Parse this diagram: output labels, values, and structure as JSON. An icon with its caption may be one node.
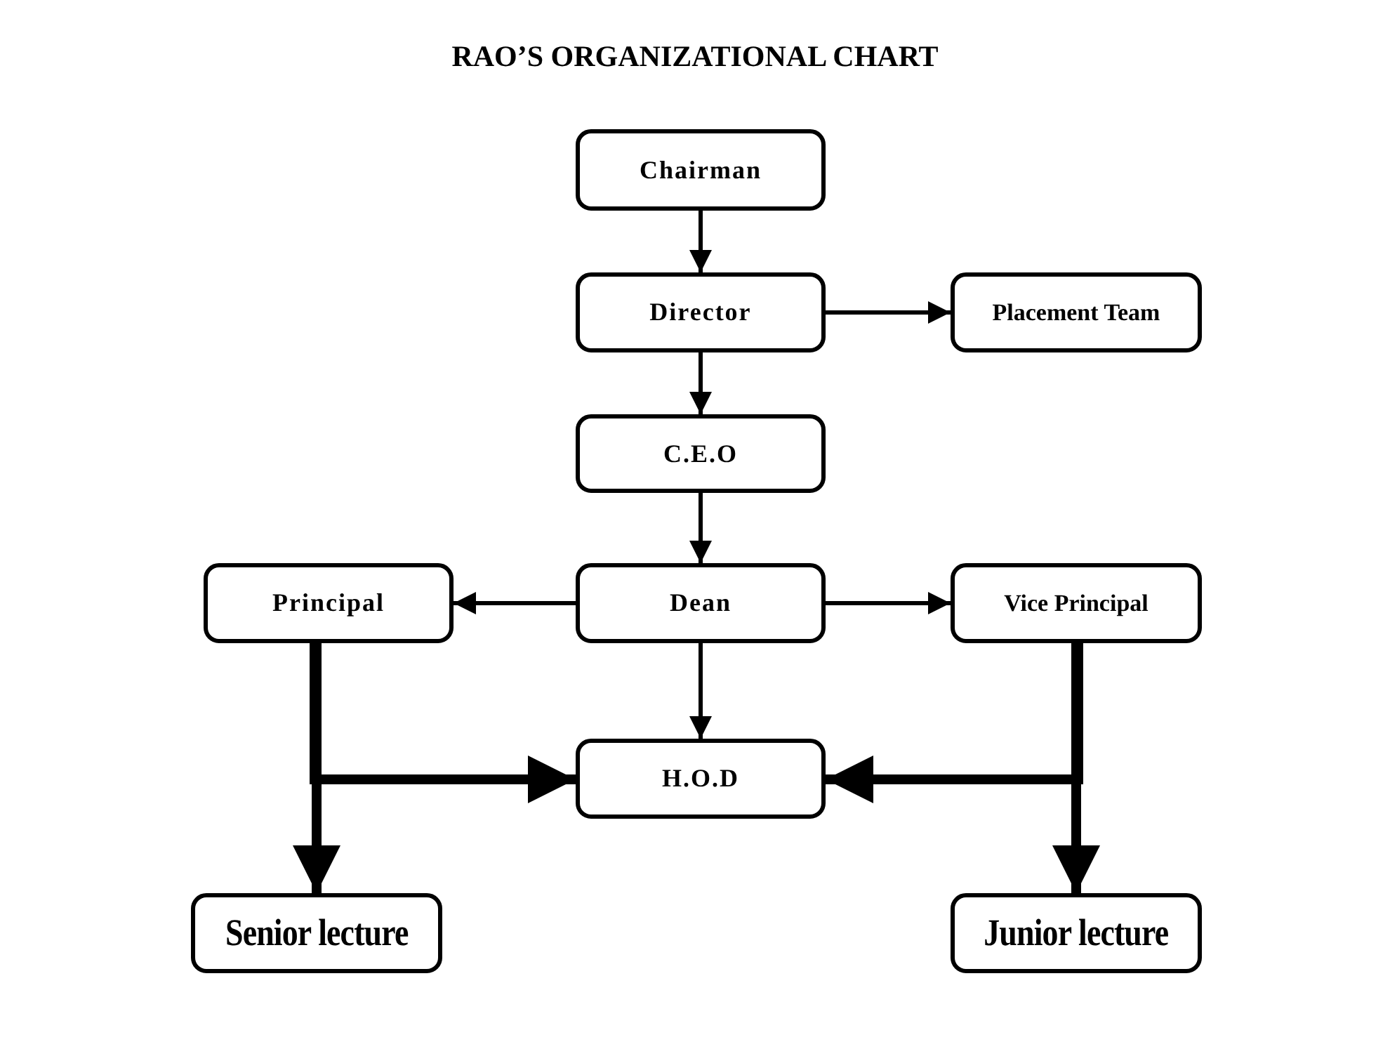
{
  "diagram": {
    "title": "RAO’S ORGANIZATIONAL CHART",
    "nodes": [
      {
        "text": [
          "Chairman"
        ]
      },
      {
        "text": [
          "Director"
        ]
      },
      {
        "text": [
          "Placement Team"
        ]
      },
      {
        "text": [
          "C.E.O"
        ]
      },
      {
        "text": [
          "Principal"
        ]
      },
      {
        "text": [
          "Dean"
        ]
      },
      {
        "text": [
          "Vice Principal"
        ]
      },
      {
        "text": [
          "H.O.D"
        ]
      },
      {
        "text": [
          "Senior lecture"
        ]
      },
      {
        "text": [
          "Junior lecture"
        ]
      }
    ],
    "edges": [
      {
        "from": 0,
        "to": 1,
        "arrow": "to"
      },
      {
        "from": 1,
        "to": 2,
        "arrow": "to"
      },
      {
        "from": 1,
        "to": 3,
        "arrow": "to"
      },
      {
        "from": 3,
        "to": 5,
        "arrow": "to"
      },
      {
        "from": 5,
        "to": 4,
        "arrow": "to"
      },
      {
        "from": 5,
        "to": 6,
        "arrow": "to"
      },
      {
        "from": 5,
        "to": 7,
        "arrow": "to"
      },
      {
        "from": 4,
        "to": 7,
        "arrow": "to",
        "style": "thick"
      },
      {
        "from": 4,
        "to": 8,
        "arrow": "to",
        "style": "thick"
      },
      {
        "from": 6,
        "to": 7,
        "arrow": "to",
        "style": "thick"
      },
      {
        "from": 6,
        "to": 9,
        "arrow": "to",
        "style": "thick"
      }
    ]
  }
}
